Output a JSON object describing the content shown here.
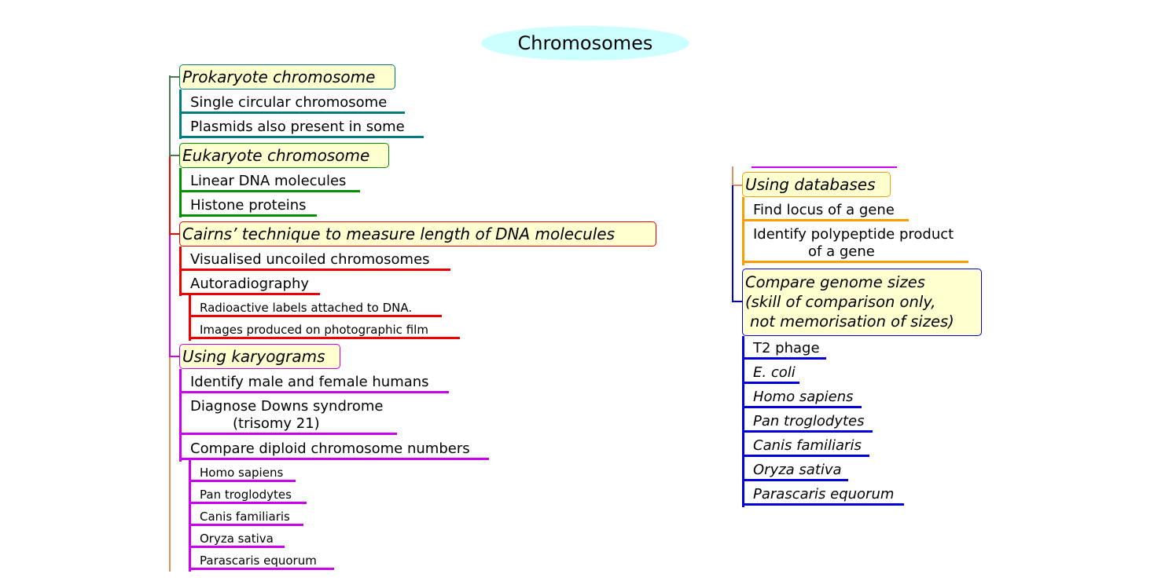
{
  "title": "Chromosomes",
  "colors": {
    "teal": "#007b80",
    "green": "#009000",
    "red": "#ee0000",
    "magenta": "#cc00ee",
    "orange": "#f5a000",
    "blue": "#0000dd",
    "box_fill": "#ffffd0",
    "title_fill": "#ccffff"
  },
  "prokaryote": {
    "label": "Prokaryote chromosome",
    "items": [
      "Single circular chromosome",
      "Plasmids also present in some"
    ]
  },
  "eukaryote": {
    "label": "Eukaryote chromosome",
    "items": [
      "Linear DNA molecules",
      "Histone proteins"
    ]
  },
  "cairns": {
    "label": "Cairns’ technique to measure length of DNA molecules",
    "items": [
      "Visualised uncoiled chromosomes",
      "Autoradiography"
    ],
    "sub": [
      "Radioactive labels attached to DNA.",
      "Images produced on photographic film"
    ]
  },
  "karyograms": {
    "label": "Using karyograms",
    "items": [
      "Identify male and female humans",
      "Diagnose Downs syndrome",
      "(trisomy 21)",
      "Compare diploid chromosome numbers"
    ],
    "sub": [
      "Homo sapiens",
      "Pan troglodytes",
      "Canis familiaris",
      "Oryza sativa",
      "Parascaris equorum"
    ]
  },
  "databases": {
    "label": "Using databases",
    "items": [
      "Find locus of a gene",
      "Identify polypeptide product",
      "of a gene"
    ]
  },
  "genome": {
    "label_lines": [
      "Compare genome sizes",
      "(skill of comparison only,",
      "not memorisation of sizes)"
    ],
    "items": [
      "T2 phage",
      "E. coli",
      "Homo sapiens",
      "Pan troglodytes",
      "Canis familiaris",
      "Oryza sativa",
      "Parascaris equorum"
    ]
  }
}
